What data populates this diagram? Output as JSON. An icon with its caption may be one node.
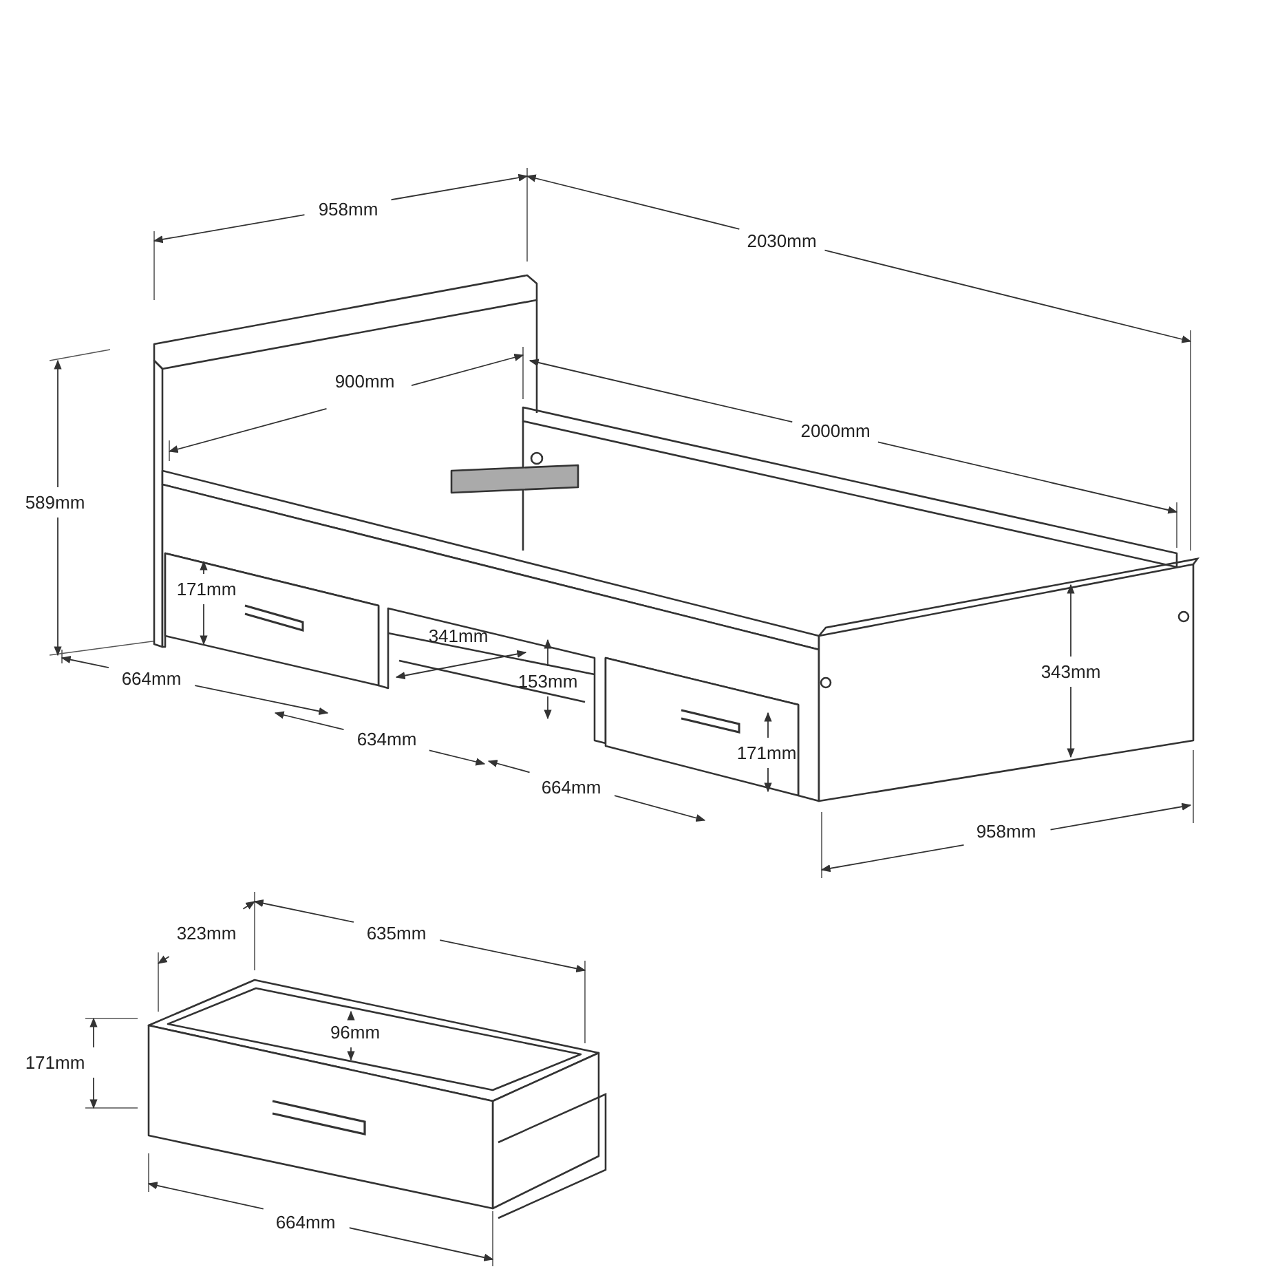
{
  "diagram": {
    "labels": [
      "958mm",
      "2030mm",
      "900mm",
      "2000mm",
      "589mm",
      "171mm",
      "341mm",
      "153mm",
      "343mm",
      "664mm",
      "634mm",
      "171mm",
      "664mm",
      "958mm",
      "323mm",
      "635mm",
      "96mm",
      "171mm",
      "664mm"
    ]
  }
}
